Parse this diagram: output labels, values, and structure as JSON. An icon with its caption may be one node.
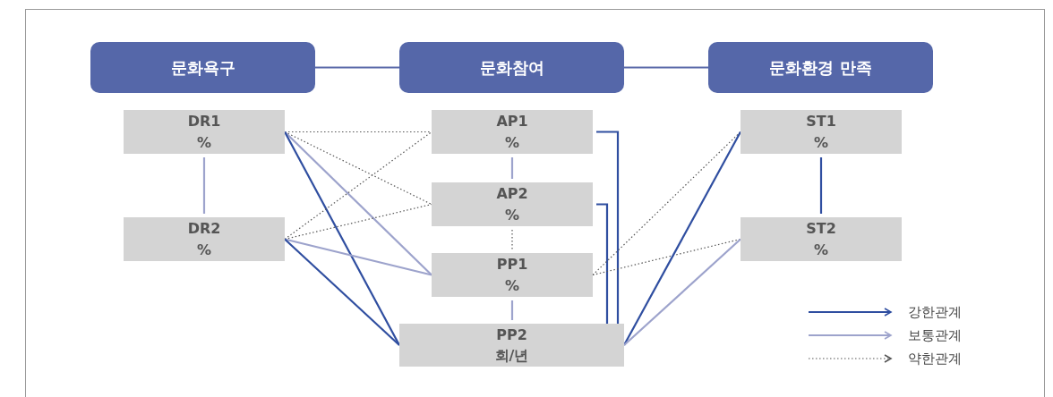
{
  "diagram": {
    "nodes": [
      {
        "text": [
          "문화욕구"
        ]
      },
      {
        "text": [
          "문화참여"
        ]
      },
      {
        "text": [
          "문화환경 만족"
        ]
      },
      {
        "text": [
          "DR1",
          "%"
        ]
      },
      {
        "text": [
          "DR2",
          "%"
        ]
      },
      {
        "text": [
          "AP1",
          "%"
        ]
      },
      {
        "text": [
          "AP2",
          "%"
        ]
      },
      {
        "text": [
          "PP1",
          "%"
        ]
      },
      {
        "text": [
          "PP2",
          "회/년"
        ]
      },
      {
        "text": [
          "ST1",
          "%"
        ]
      },
      {
        "text": [
          "ST2",
          "%"
        ]
      }
    ],
    "edges": [
      {
        "from": 0,
        "to": 1,
        "arrow": "none",
        "color": "#5b6aaa"
      },
      {
        "from": 1,
        "to": 2,
        "arrow": "none",
        "color": "#5b6aaa"
      },
      {
        "from": 3,
        "to": 4,
        "arrow": "none",
        "color": "#9da3cc"
      },
      {
        "from": 3,
        "to": 5,
        "arrow": "none",
        "style": "dashed",
        "color": "#555555"
      },
      {
        "from": 3,
        "to": 6,
        "arrow": "none",
        "style": "dashed",
        "color": "#555555"
      },
      {
        "from": 3,
        "to": 7,
        "arrow": "none",
        "color": "#9da3cc"
      },
      {
        "from": 3,
        "to": 8,
        "arrow": "none"
      },
      {
        "from": 4,
        "to": 5,
        "arrow": "none",
        "style": "dashed",
        "color": "#555555"
      },
      {
        "from": 4,
        "to": 6,
        "arrow": "none",
        "style": "dashed",
        "color": "#555555"
      },
      {
        "from": 4,
        "to": 7,
        "arrow": "none",
        "color": "#9da3cc"
      },
      {
        "from": 4,
        "to": 8,
        "arrow": "none"
      },
      {
        "from": 5,
        "to": 6,
        "arrow": "none",
        "color": "#9da3cc"
      },
      {
        "from": 5,
        "to": 8,
        "arrow": "none"
      },
      {
        "from": 6,
        "to": 8,
        "arrow": "none"
      },
      {
        "from": 6,
        "to": 7,
        "arrow": "none",
        "style": "dashed",
        "color": "#555555"
      },
      {
        "from": 7,
        "to": 8,
        "arrow": "none",
        "color": "#9da3cc"
      },
      {
        "from": 7,
        "to": 9,
        "arrow": "none",
        "style": "dashed",
        "color": "#555555"
      },
      {
        "from": 7,
        "to": 10,
        "arrow": "none",
        "style": "dashed",
        "color": "#555555"
      },
      {
        "from": 8,
        "to": 9,
        "arrow": "none"
      },
      {
        "from": 8,
        "to": 10,
        "arrow": "none",
        "color": "#9da3cc"
      },
      {
        "from": 9,
        "to": 10,
        "arrow": "none"
      }
    ],
    "legend": [
      {
        "text": "강한관계"
      },
      {
        "text": "보통관계"
      },
      {
        "text": "약한관계"
      }
    ]
  }
}
